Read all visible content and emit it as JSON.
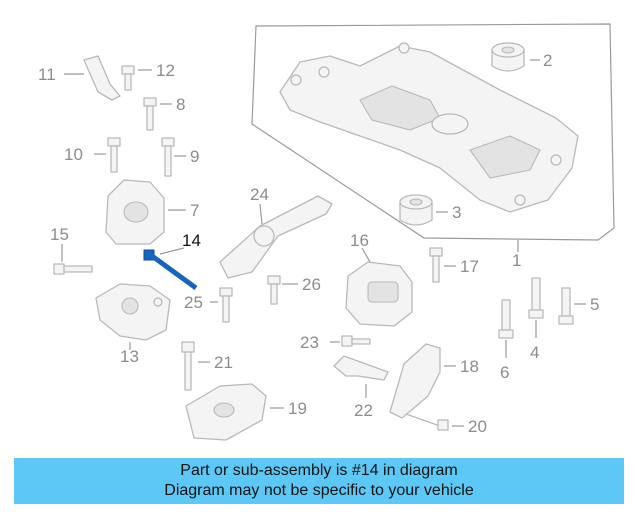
{
  "callouts": {
    "c1": "1",
    "c2": "2",
    "c3": "3",
    "c4": "4",
    "c5": "5",
    "c6": "6",
    "c7": "7",
    "c8": "8",
    "c9": "9",
    "c10": "10",
    "c11": "11",
    "c12": "12",
    "c13": "13",
    "c14": "14",
    "c15": "15",
    "c16": "16",
    "c17": "17",
    "c18": "18",
    "c19": "19",
    "c20": "20",
    "c21": "21",
    "c22": "22",
    "c23": "23",
    "c24": "24",
    "c25": "25",
    "c26": "26"
  },
  "highlight_color": "#1565c0",
  "caption": {
    "line1": "Part or sub-assembly is #14 in diagram",
    "line2": "Diagram may not be specific to your vehicle"
  }
}
